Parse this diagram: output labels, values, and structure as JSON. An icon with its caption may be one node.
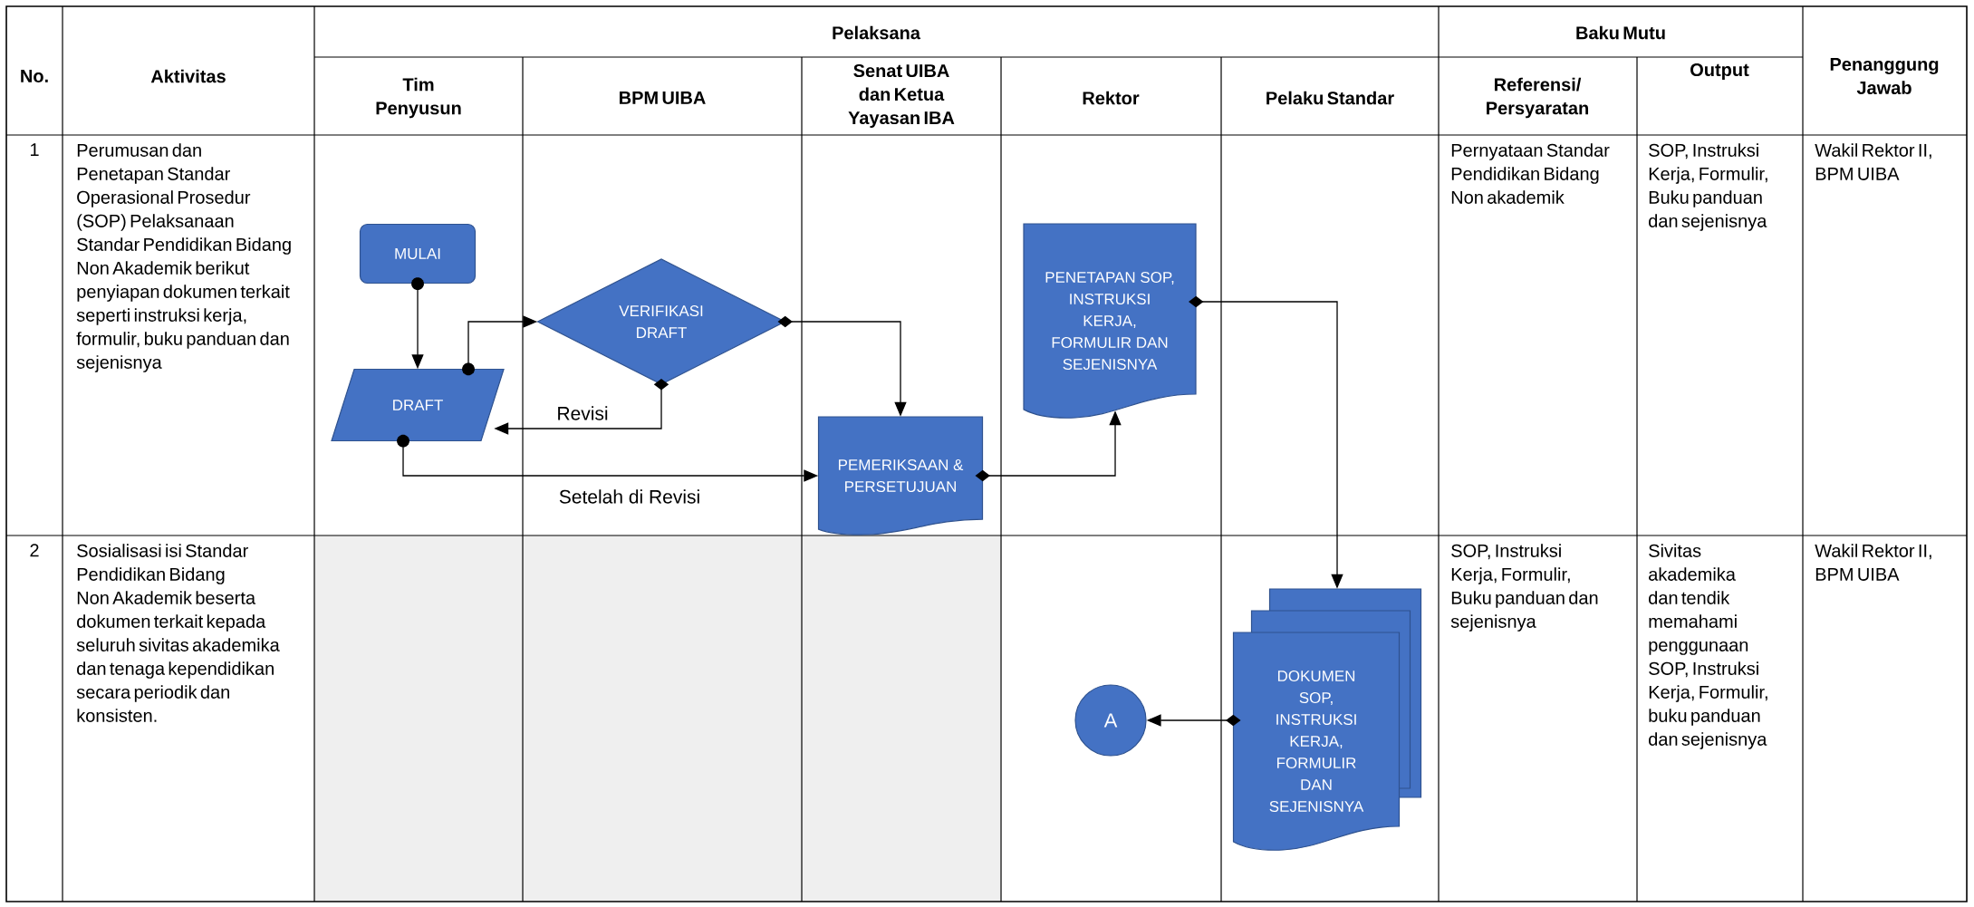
{
  "diagram": {
    "nodes": [
      {
        "text": [
          "MULAI"
        ]
      },
      {
        "text": [
          "DRAFT"
        ]
      },
      {
        "text": [
          "VERIFIKASI DRAFT"
        ]
      },
      {
        "text": [
          "PEMERIKSAAN & PERSETUJUAN"
        ]
      },
      {
        "text": [
          "PENETAPAN SOP, INSTRUKSI KERJA, FORMULIR DAN SEJENISNYA"
        ]
      },
      {
        "text": [
          "DOKUMEN SOP, INSTRUKSI KERJA, FORMULIR DAN SEJENISNYA"
        ]
      },
      {
        "text": [
          "A"
        ]
      }
    ],
    "edges": [
      {
        "from": 0,
        "to": 1,
        "arrow": "to"
      },
      {
        "from": 1,
        "to": 2,
        "arrow": "to"
      },
      {
        "from": 2,
        "to": 1,
        "arrow": "to",
        "label": "Revisi"
      },
      {
        "from": 1,
        "to": 3,
        "arrow": "to",
        "label": "Setelah di Revisi"
      },
      {
        "from": 2,
        "to": 3,
        "arrow": "to"
      },
      {
        "from": 3,
        "to": 4,
        "arrow": "to"
      },
      {
        "from": 4,
        "to": 5,
        "arrow": "to"
      },
      {
        "from": 5,
        "to": 6,
        "arrow": "to"
      }
    ],
    "labels": [
      "No.",
      "Aktivitas",
      "Pelaksana",
      "Baku Mutu",
      "Penanggung Jawab",
      "Tim Penyusun",
      "BPM UIBA",
      "Senat UIBA dan Ketua Yayasan IBA",
      "Rektor",
      "Pelaku Standar",
      "Referensi/ Persyaratan",
      "Output",
      "1",
      "Perumusan dan Penetapan Standar Operasional Prosedur (SOP) Pelaksanaan Standar Pendidikan Bidang Non Akademik berikut penyiapan dokumen terkait seperti instruksi kerja, formulir, buku panduan dan sejenisnya",
      "Pernyataan Standar Pendidikan Bidang Non akademik",
      "SOP, Instruksi Kerja, Formulir, Buku panduan dan sejenisnya",
      "Wakil Rektor II, BPM UIBA",
      "2",
      "Sosialisasi isi Standar Pendidikan Bidang Non Akademik beserta dokumen terkait kepada seluruh sivitas akademika dan tenaga kependidikan secara periodik dan konsisten.",
      "SOP, Instruksi Kerja, Formulir, Buku panduan dan sejenisnya",
      "Sivitas akademika dan tendik memahami penggunaan SOP, Instruksi Kerja, Formulir, buku panduan dan sejenisnya",
      "Wakil Rektor II, BPM UIBA"
    ]
  }
}
